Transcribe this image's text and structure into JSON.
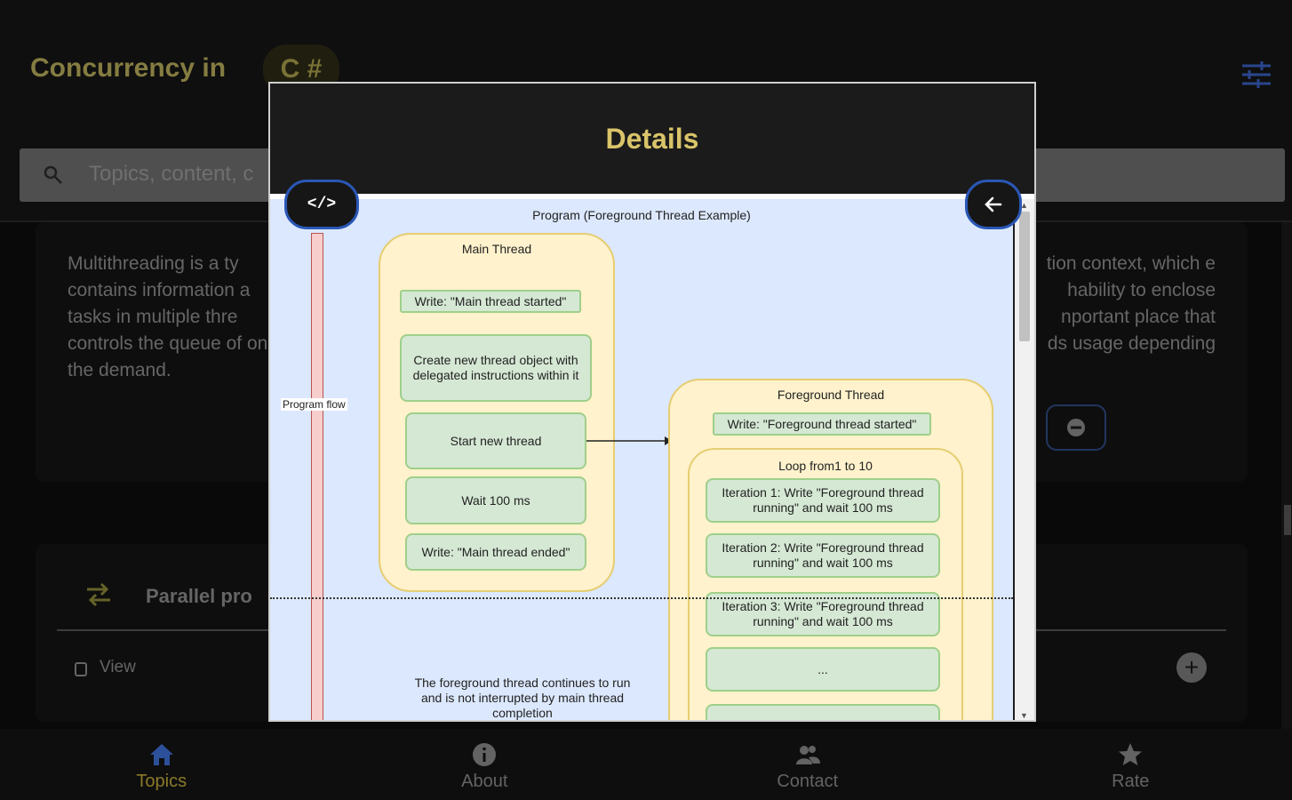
{
  "app": {
    "title": "Concurrency in",
    "logo_text": "C #"
  },
  "search": {
    "placeholder": "Topics, content, c"
  },
  "card1": {
    "text_left": "Multithreading is a ty contains information a tasks in multiple thre controls the queue of on the demand.",
    "text_right": "tion context, which e hability to enclose nportant place that ds usage depending"
  },
  "card2": {
    "title": "Parallel pro",
    "view_label": "View"
  },
  "modal": {
    "title": "Details",
    "code_button": "</>"
  },
  "diagram": {
    "program_title": "Program (Foreground Thread Example)",
    "program_flow_label": "Program flow",
    "main_thread": {
      "title": "Main Thread",
      "steps": [
        "Write: \"Main thread started\"",
        "Create new thread object with delegated instructions within it",
        "Start new thread",
        "Wait 100 ms",
        "Write: \"Main thread ended\""
      ]
    },
    "foreground_thread": {
      "title": "Foreground Thread",
      "first_step": "Write: \"Foreground thread started\"",
      "loop_title": "Loop from1 to 10",
      "iterations": [
        "Iteration 1: Write \"Foreground thread running\" and wait 100 ms",
        "Iteration 2: Write \"Foreground thread running\" and wait 100 ms",
        "Iteration 3: Write \"Foreground thread running\" and wait 100 ms",
        "..."
      ]
    },
    "note": "The foreground thread continues to run and is not interrupted by main thread completion"
  },
  "nav": {
    "items": [
      {
        "label": "Topics",
        "icon": "home-icon"
      },
      {
        "label": "About",
        "icon": "info-icon"
      },
      {
        "label": "Contact",
        "icon": "contact-icon"
      },
      {
        "label": "Rate",
        "icon": "star-icon"
      }
    ]
  },
  "colors": {
    "accent_gold": "#c2a93a",
    "accent_blue": "#2a57b5"
  }
}
